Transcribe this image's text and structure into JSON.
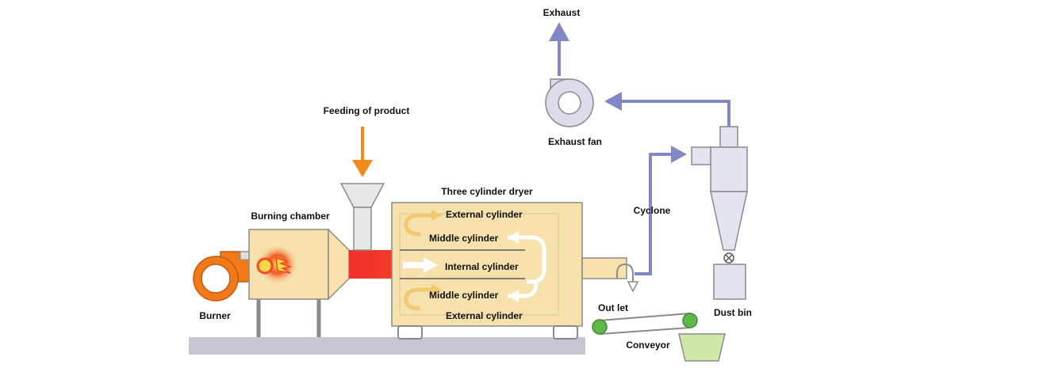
{
  "labels": {
    "exhaust": "Exhaust",
    "exhaust_fan": "Exhaust fan",
    "feeding_of_product": "Feeding of product",
    "three_cylinder_dryer": "Three cylinder dryer",
    "burning_chamber": "Burning chamber",
    "burner": "Burner",
    "external_cylinder_top": "External cylinder",
    "middle_cylinder_top": "Middle cylinder",
    "internal_cylinder": "Internal cylinder",
    "middle_cylinder_bottom": "Middle cylinder",
    "external_cylinder_bottom": "External cylinder",
    "cyclone": "Cyclone",
    "out_let": "Out let",
    "dust_bin": "Dust bin",
    "conveyor": "Conveyor"
  },
  "colors": {
    "feed_arrow": "#f08a1c",
    "air_arrow": "#8288c4",
    "equipment_fill": "#f7e2ad",
    "equipment_stroke": "#8a8a8a",
    "fan_fill": "#dcdcec",
    "cyclone_fill": "#e4e4f0",
    "floor": "#c7c7d3",
    "burner_fill": "#f07a1a",
    "conveyor_roller": "#5fb84a",
    "bin_fill": "#cfe8a8"
  }
}
